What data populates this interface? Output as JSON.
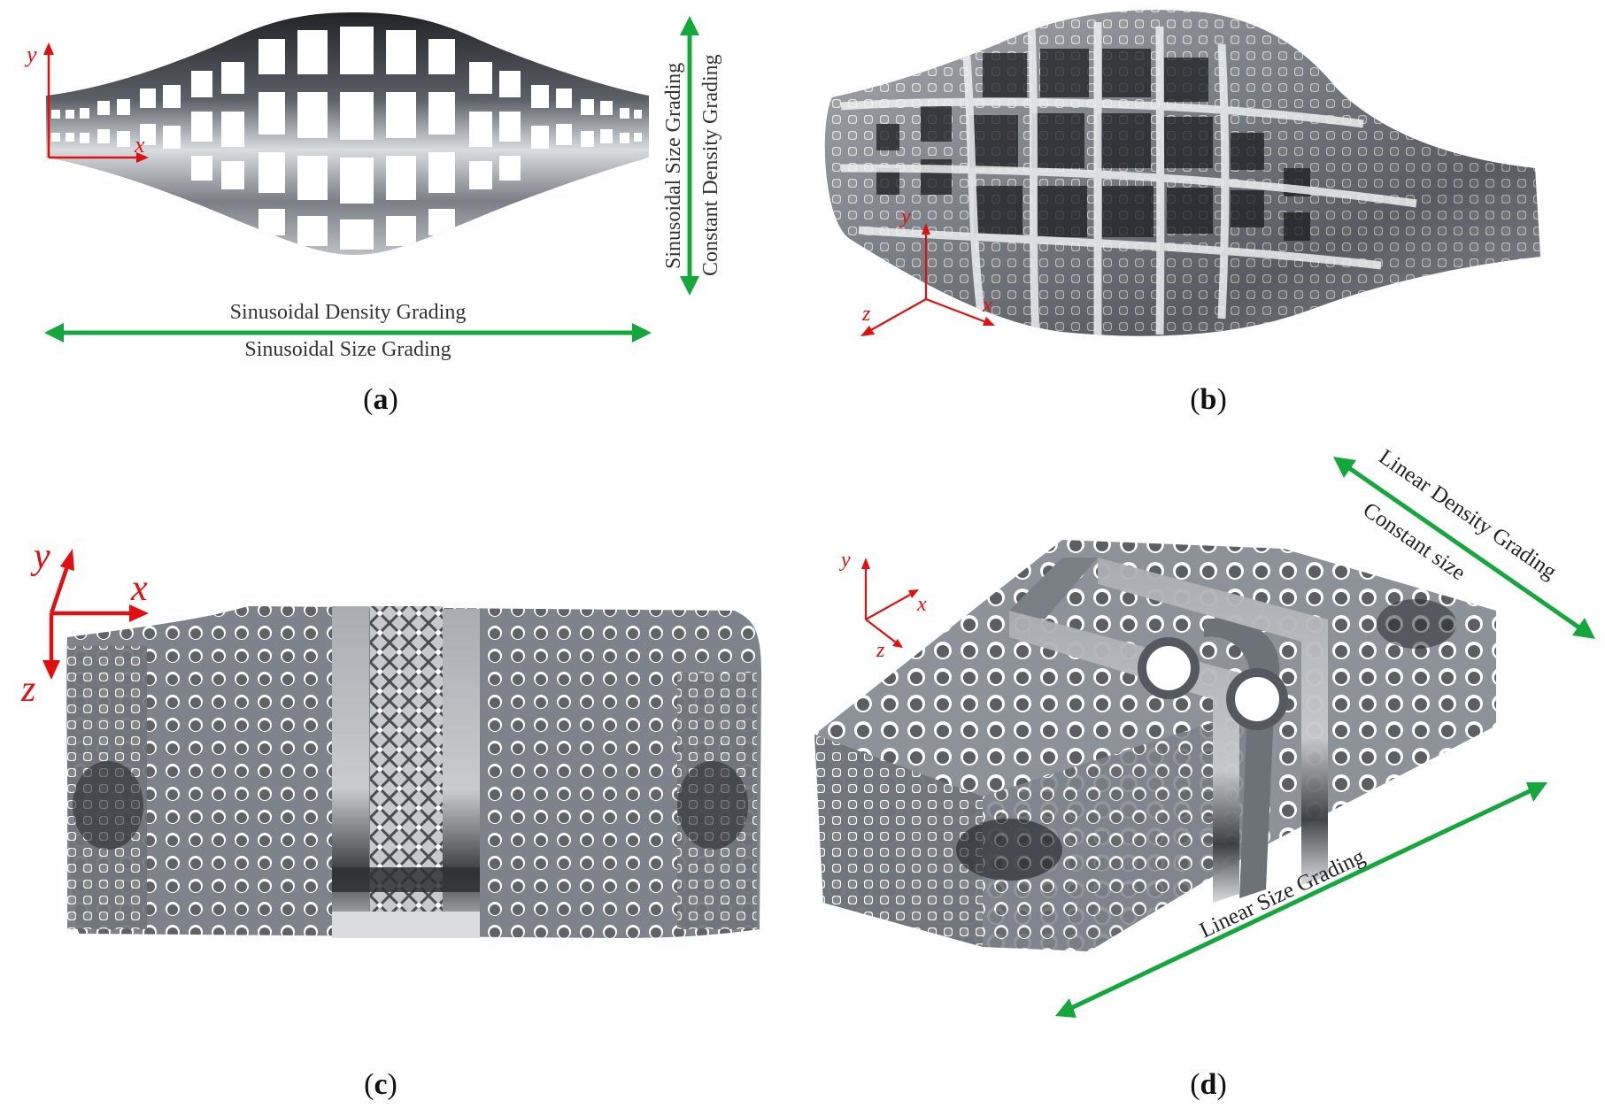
{
  "colors": {
    "axis": "#e01010",
    "arrow": "#14a83c",
    "metal_dark": "#2b2d31",
    "metal_mid": "#8b8f96",
    "metal_light": "#e3e5e8",
    "text": "#222222"
  },
  "panels": [
    {
      "id": "a",
      "caption_open": "(",
      "caption_letter": "a",
      "caption_close": ")",
      "axes": {
        "y": "y",
        "x": "x"
      },
      "annotations": {
        "vertical_1": "Sinusoidal Size Grading",
        "vertical_2": "Constant Density Grading",
        "horizontal_1": "Sinusoidal Density Grading",
        "horizontal_2": "Sinusoidal Size Grading"
      },
      "icon": "lattice-spindle-front"
    },
    {
      "id": "b",
      "caption_open": "(",
      "caption_letter": "b",
      "caption_close": ")",
      "axes": {
        "y": "y",
        "z": "z",
        "x": "x"
      },
      "icon": "lattice-spindle-3d"
    },
    {
      "id": "c",
      "caption_open": "(",
      "caption_letter": "c",
      "caption_close": ")",
      "axes": {
        "y": "y",
        "x": "x",
        "z": "z"
      },
      "icon": "lattice-cage-front"
    },
    {
      "id": "d",
      "caption_open": "(",
      "caption_letter": "d",
      "caption_close": ")",
      "axes": {
        "y": "y",
        "x": "x",
        "z": "z"
      },
      "annotations": {
        "diag_1": "Linear Density Grading",
        "diag_2": "Constant size",
        "diag_3": "Linear Size Grading"
      },
      "icon": "lattice-cage-3d"
    }
  ]
}
